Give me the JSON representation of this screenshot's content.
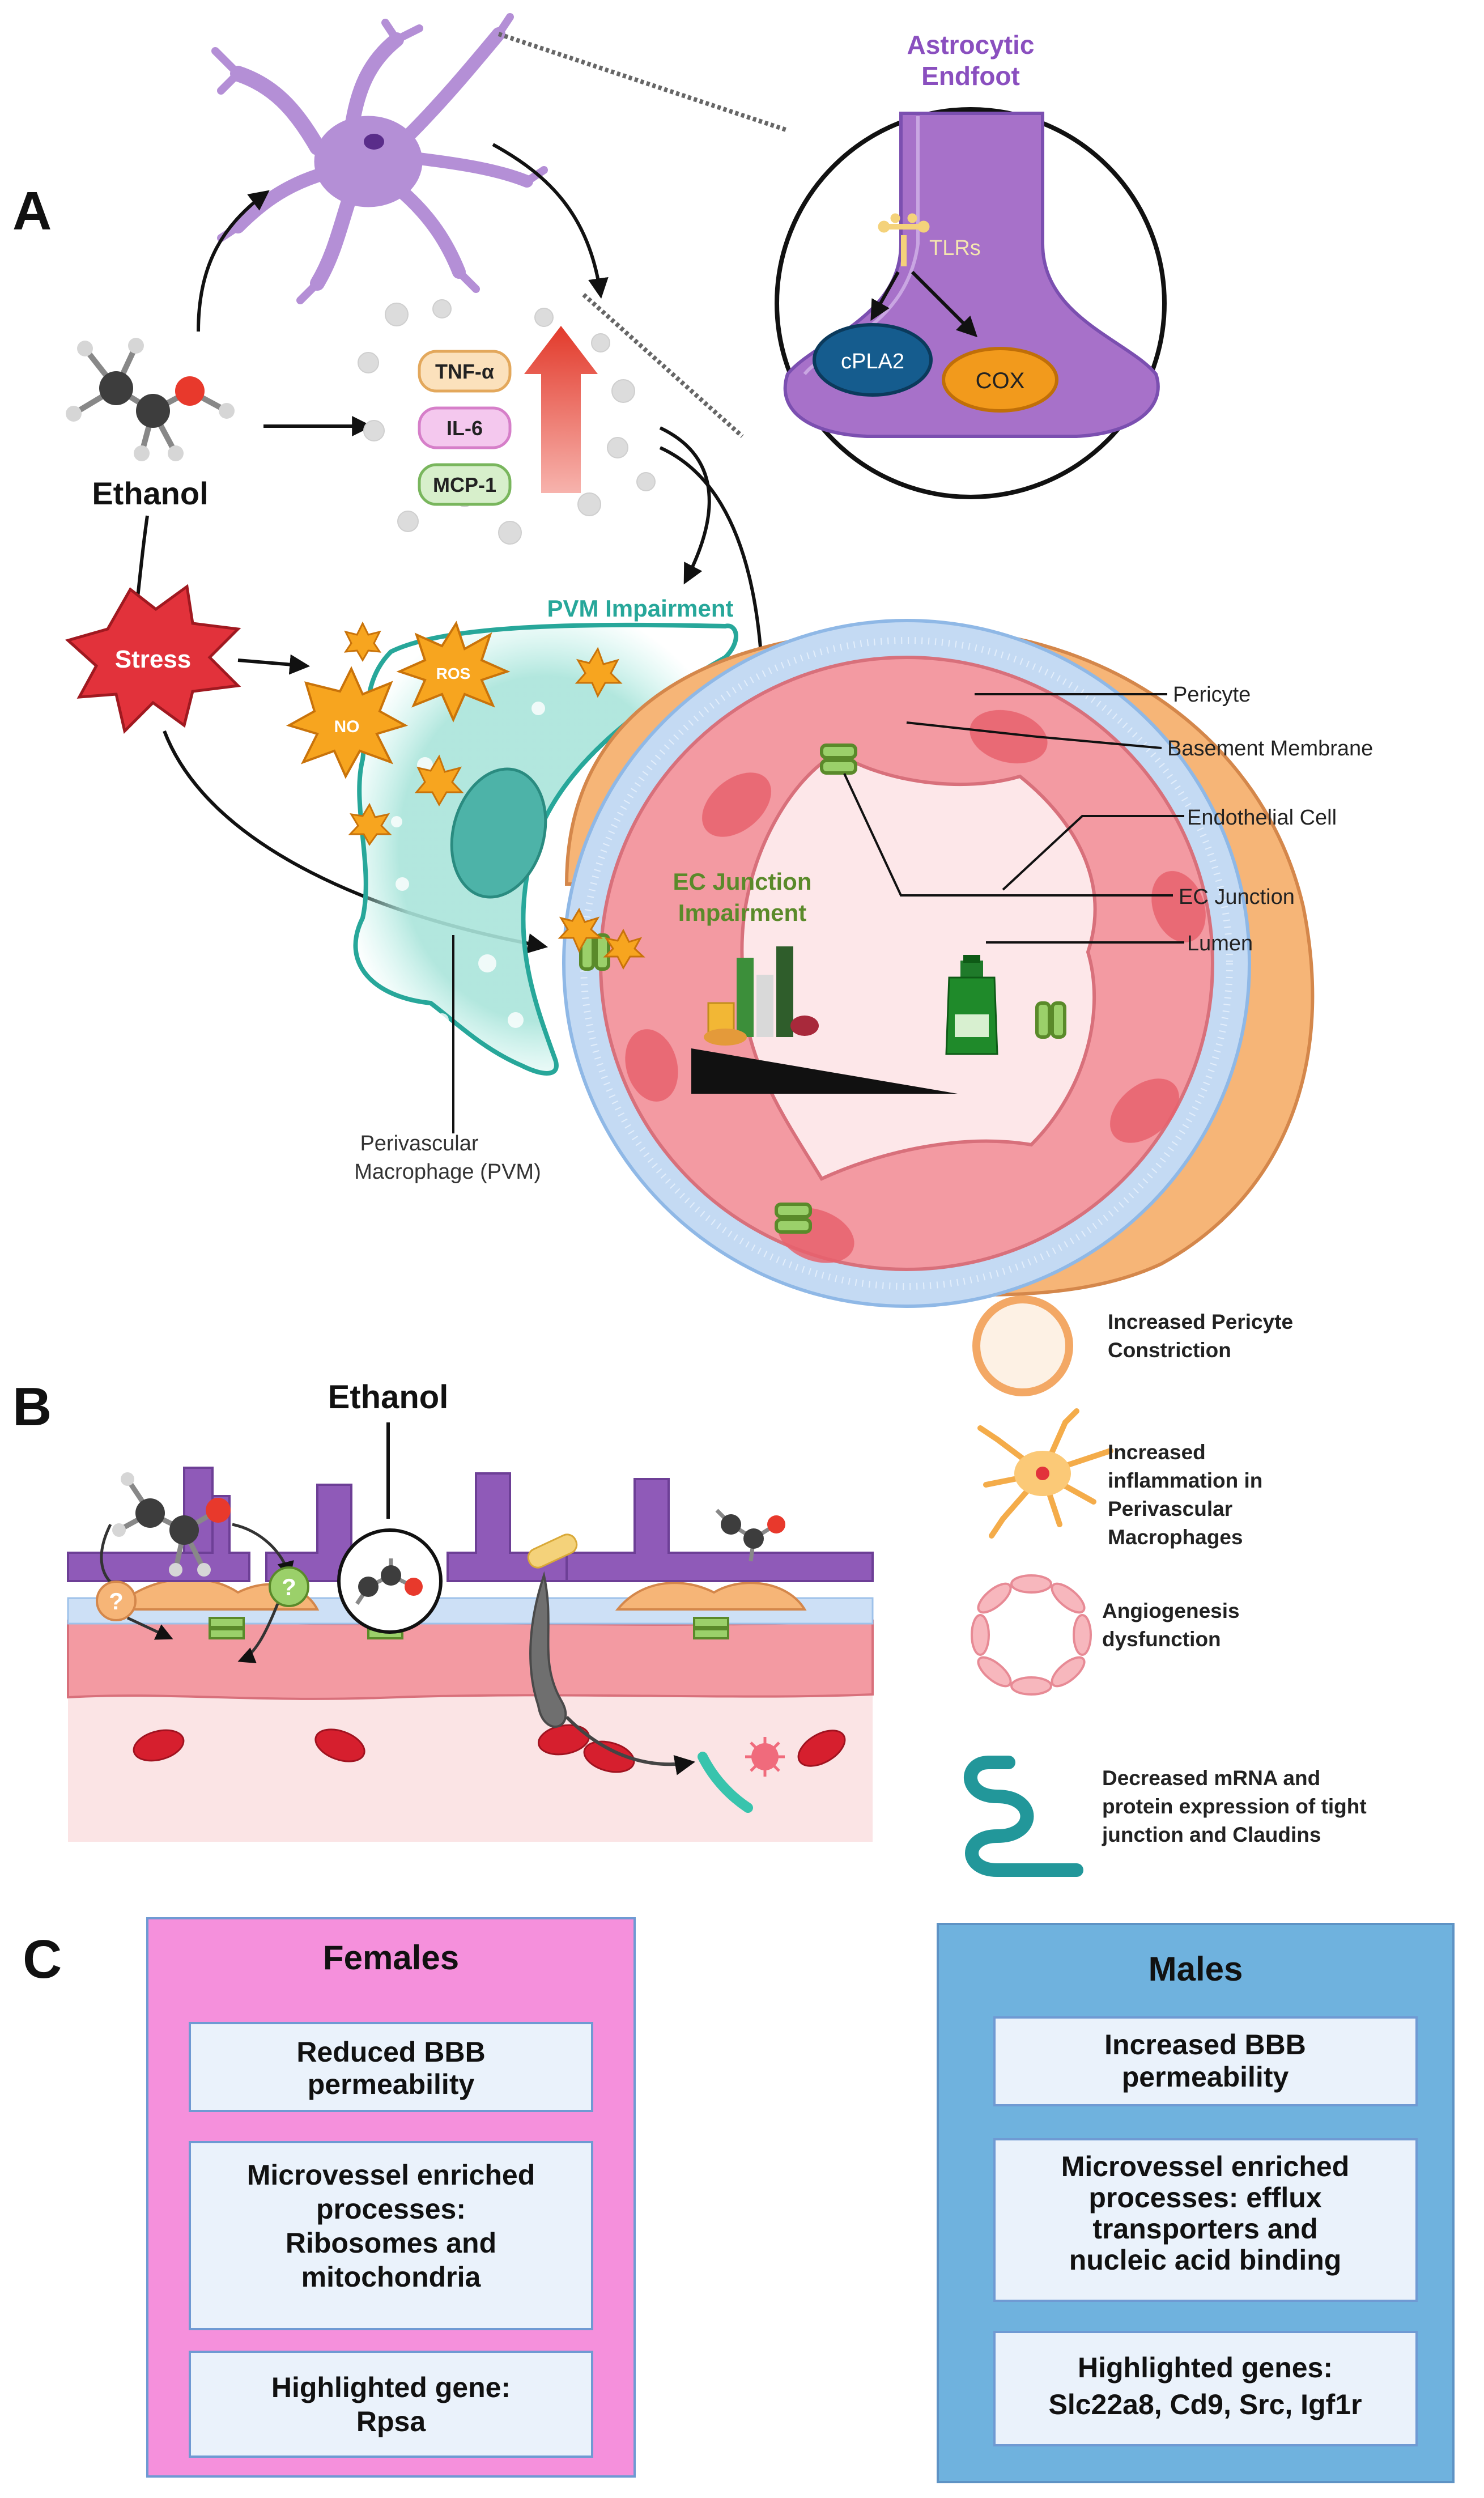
{
  "panels": {
    "a": "A",
    "b": "B",
    "c": "C"
  },
  "panel_a": {
    "astro_title_1": "Astrocytic",
    "astro_title_2": "Endfoot",
    "tlrs": "TLRs",
    "cpla2": "cPLA2",
    "cox": "COX",
    "ethanol": "Ethanol",
    "cytokines": [
      "TNF-α",
      "IL-6",
      "MCP-1"
    ],
    "stress": "Stress",
    "ros": "ROS",
    "no": "NO",
    "pvm_impairment": "PVM Impairment",
    "ec_junction_impairment_1": "EC Junction",
    "ec_junction_impairment_2": "Impairment",
    "pvm_label_1": "Perivascular",
    "pvm_label_2": "Macrophage (PVM)",
    "labels": [
      "Pericyte",
      "Basement Membrane",
      "Endothelial Cell",
      "EC Junction",
      "Lumen"
    ]
  },
  "panel_b": {
    "ethanol": "Ethanol",
    "question": "?",
    "legend": [
      {
        "lines": [
          "Increased Pericyte",
          "Constriction"
        ]
      },
      {
        "lines": [
          "Increased",
          "inflammation in",
          "Perivascular",
          "Macrophages"
        ]
      },
      {
        "lines": [
          "Angiogenesis",
          "dysfunction"
        ]
      },
      {
        "lines": [
          "Decreased mRNA and",
          "protein expression of tight",
          "junction and Claudins"
        ]
      }
    ]
  },
  "panel_c": {
    "females": {
      "title": "Females",
      "items": [
        {
          "lines": [
            "Reduced BBB",
            "permeability"
          ]
        },
        {
          "lines": [
            "Microvessel enriched",
            "processes:",
            "Ribosomes and",
            "mitochondria"
          ]
        },
        {
          "lines": [
            "Highlighted gene:",
            "Rpsa"
          ]
        }
      ]
    },
    "males": {
      "title": "Males",
      "items": [
        {
          "lines": [
            "Increased BBB",
            "permeability"
          ]
        },
        {
          "lines": [
            "Microvessel enriched",
            "processes: efflux",
            "transporters and",
            "nucleic acid binding"
          ]
        },
        {
          "lines": [
            "Highlighted genes:",
            "Slc22a8, Cd9, Src, Igf1r"
          ]
        }
      ]
    }
  },
  "colors": {
    "astrocyte": "#b48fd6",
    "astro_dark": "#7b4fb0",
    "pink_panel": "#f590dc",
    "blue_panel": "#6fb2de",
    "item_box": "#eaf2fb",
    "endothelium": "#f39aa2",
    "pericyte": "#f6b577",
    "pvm": "#a9e4da",
    "junction": "#9bd06a",
    "stress": "#e2323b",
    "ros": "#f7a51f",
    "arrow_up": "#e23a2b"
  }
}
